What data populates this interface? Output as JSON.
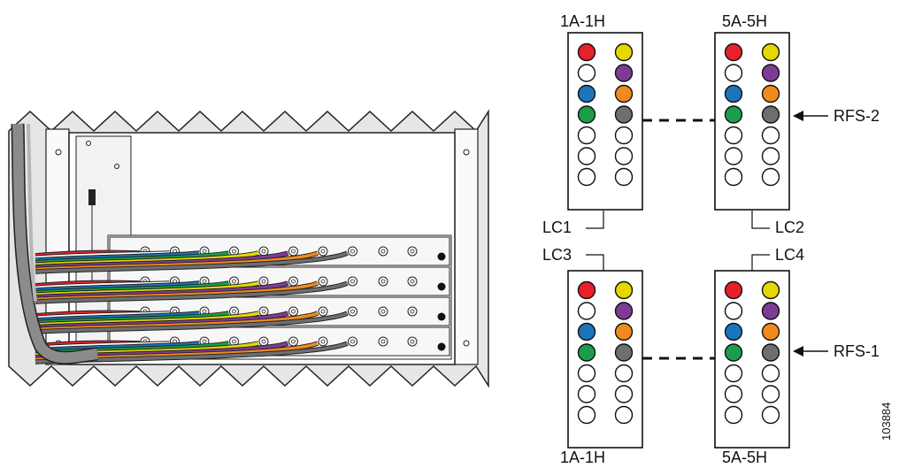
{
  "colors": {
    "red": "#e8202a",
    "white": "#ffffff",
    "blue": "#1b75bc",
    "green": "#1a9e4b",
    "yellow": "#e4d800",
    "purple": "#7e3b96",
    "orange": "#f08a1f",
    "gray": "#6d6e70"
  },
  "connector_panels": [
    {
      "name": "top-left",
      "top_label": "1A-1H",
      "card_label": "LC1",
      "left_column": [
        "red",
        "white",
        "blue",
        "green",
        "white",
        "white",
        "white"
      ],
      "right_column": [
        "yellow",
        "purple",
        "orange",
        "gray",
        "white",
        "white",
        "white"
      ]
    },
    {
      "name": "top-right",
      "top_label": "5A-5H",
      "card_label": "LC2",
      "left_column": [
        "red",
        "white",
        "blue",
        "green",
        "white",
        "white",
        "white"
      ],
      "right_column": [
        "yellow",
        "purple",
        "orange",
        "gray",
        "white",
        "white",
        "white"
      ]
    },
    {
      "name": "bottom-left",
      "bottom_label": "1A-1H",
      "card_label": "LC3",
      "left_column": [
        "red",
        "white",
        "blue",
        "green",
        "white",
        "white",
        "white"
      ],
      "right_column": [
        "yellow",
        "purple",
        "orange",
        "gray",
        "white",
        "white",
        "white"
      ]
    },
    {
      "name": "bottom-right",
      "bottom_label": "5A-5H",
      "card_label": "LC4",
      "left_column": [
        "red",
        "white",
        "blue",
        "green",
        "white",
        "white",
        "white"
      ],
      "right_column": [
        "yellow",
        "purple",
        "orange",
        "gray",
        "white",
        "white",
        "white"
      ]
    }
  ],
  "rfs_labels": {
    "upper": "RFS-2",
    "lower": "RFS-1"
  },
  "figure_number": "103884",
  "chassis": {
    "card_cable_colors": [
      [
        "red",
        "white",
        "blue",
        "green",
        "yellow",
        "purple",
        "orange",
        "gray"
      ],
      [
        "red",
        "white",
        "blue",
        "green",
        "yellow",
        "purple",
        "orange",
        "gray"
      ],
      [
        "red",
        "white",
        "blue",
        "green",
        "yellow",
        "purple",
        "orange",
        "gray"
      ],
      [
        "red",
        "white",
        "blue",
        "green",
        "yellow",
        "purple",
        "orange",
        "gray"
      ]
    ]
  }
}
